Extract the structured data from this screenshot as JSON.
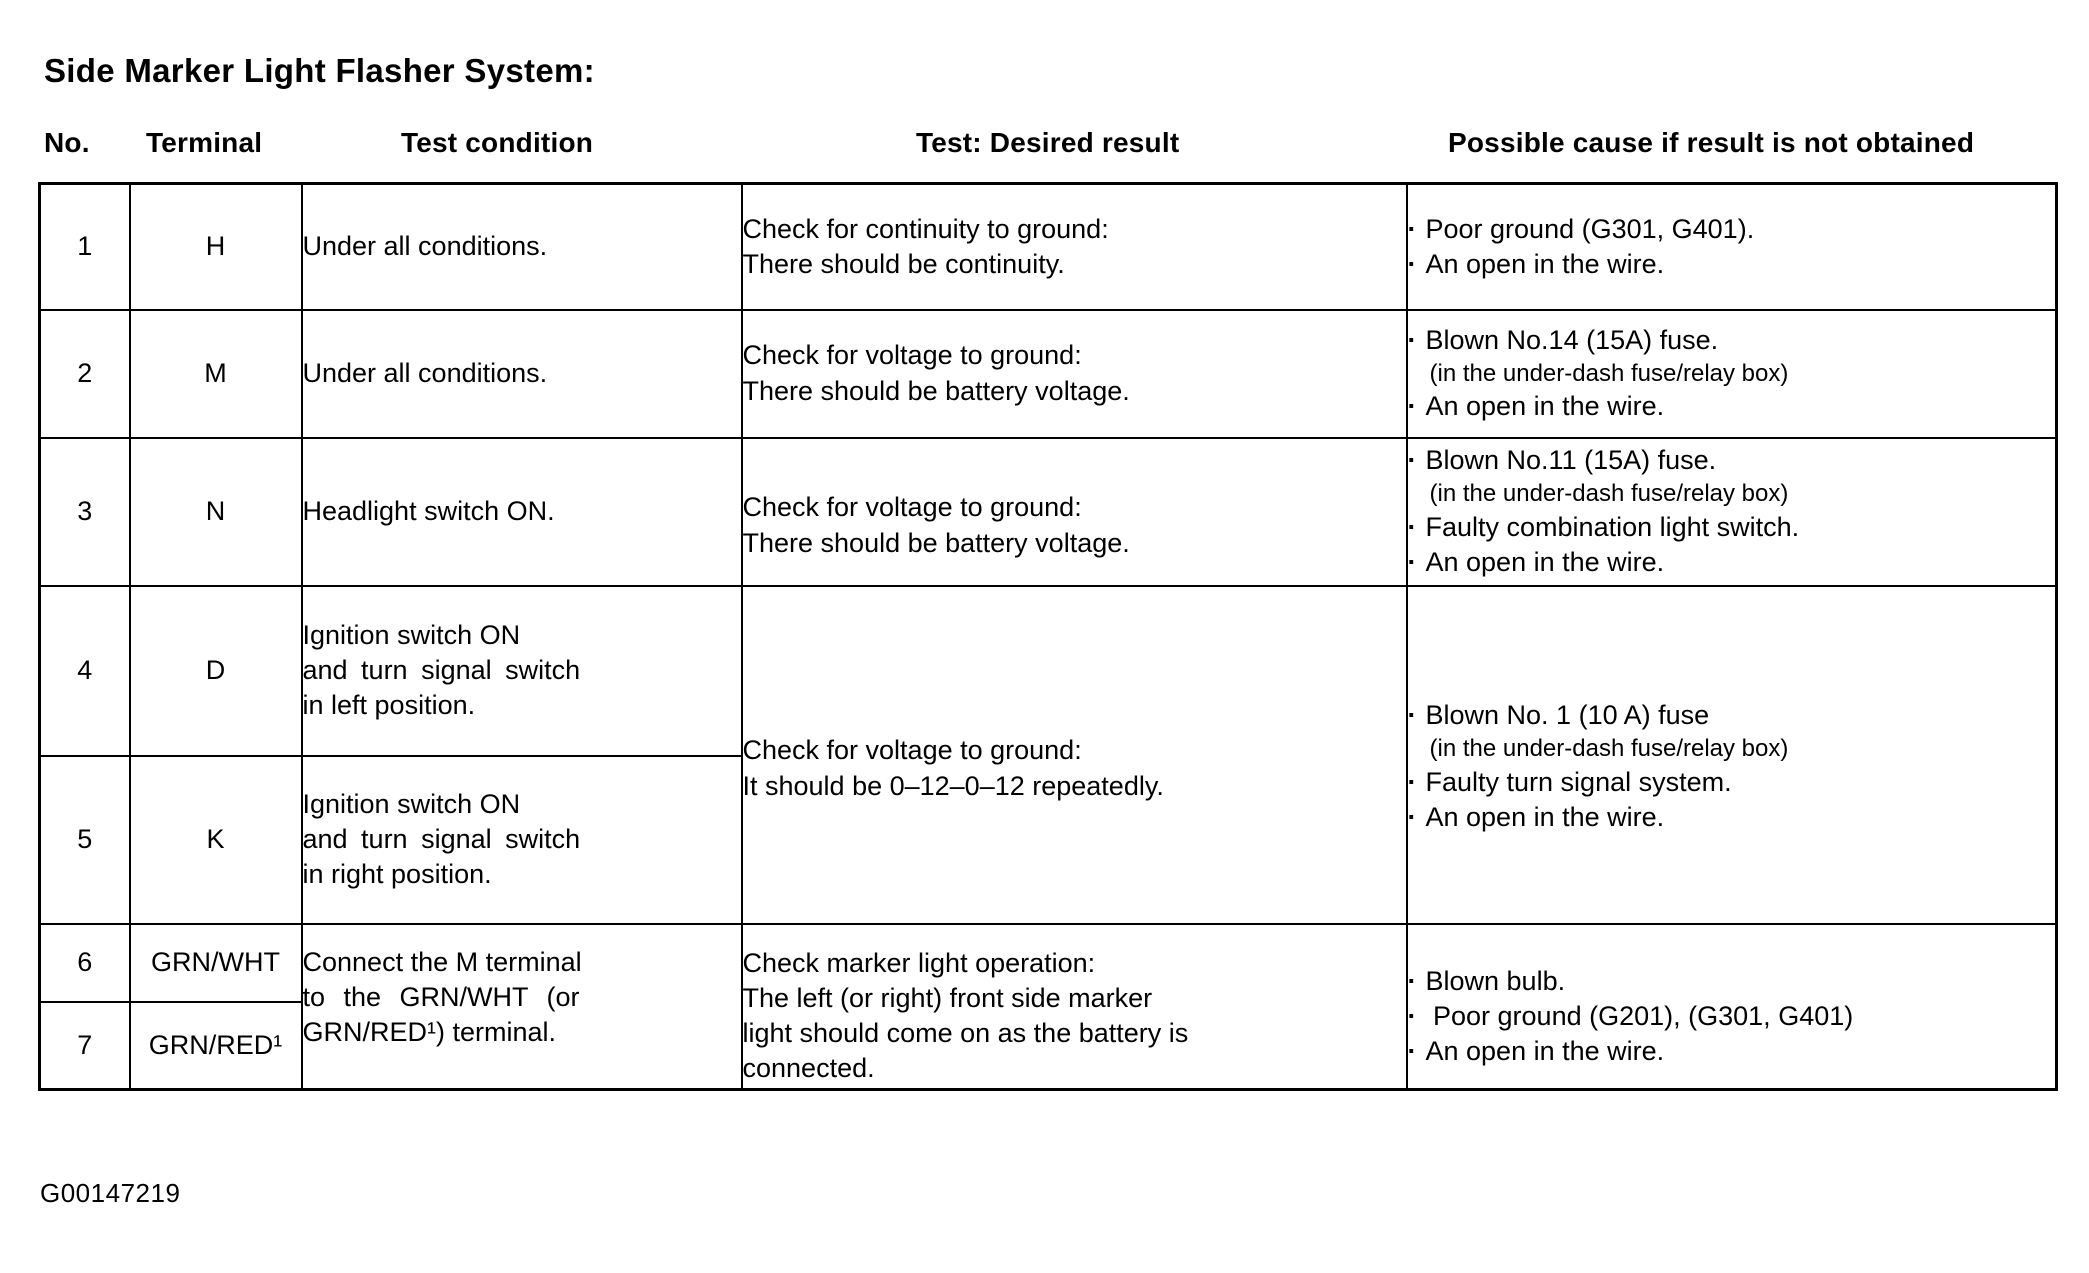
{
  "document": {
    "title": "Side Marker Light Flasher System:",
    "figure_code": "G00147219"
  },
  "table": {
    "headers": {
      "no": "No.",
      "terminal": "Terminal",
      "test_condition": "Test condition",
      "test_result": "Test: Desired result",
      "possible_cause": "Possible cause if result is not obtained"
    },
    "rows": [
      {
        "no": "1",
        "terminal": "H",
        "condition": [
          "Under all conditions."
        ],
        "result": [
          "Check for continuity to ground:",
          "There should be continuity."
        ],
        "causes": [
          {
            "bullet": true,
            "text": "Poor ground (G301, G401)."
          },
          {
            "bullet": true,
            "text": "An open in the wire."
          }
        ]
      },
      {
        "no": "2",
        "terminal": "M",
        "condition": [
          "Under all conditions."
        ],
        "result": [
          "Check for voltage to ground:",
          "There should be battery voltage."
        ],
        "causes": [
          {
            "bullet": true,
            "text": "Blown No.14 (15A) fuse."
          },
          {
            "bullet": false,
            "text": "(in the under-dash fuse/relay box)"
          },
          {
            "bullet": true,
            "text": "An open in the wire."
          }
        ]
      },
      {
        "no": "3",
        "terminal": "N",
        "condition": [
          "Headlight switch ON."
        ],
        "result": [
          "Check for voltage to ground:",
          "There should be battery voltage."
        ],
        "causes": [
          {
            "bullet": true,
            "text": "Blown No.11 (15A) fuse."
          },
          {
            "bullet": false,
            "text": "(in the under-dash fuse/relay box)"
          },
          {
            "bullet": true,
            "text": "Faulty combination light switch."
          },
          {
            "bullet": true,
            "text": "An open in the wire."
          }
        ]
      },
      {
        "no": "4",
        "terminal": "D",
        "condition": [
          "Ignition switch ON",
          "and turn signal switch",
          "in left position."
        ],
        "result": [
          "Check for voltage to ground:",
          "It should be 0‒12‒0‒12 repeatedly."
        ],
        "causes": [
          {
            "bullet": true,
            "text": "Blown No. 1 (10 A) fuse"
          },
          {
            "bullet": false,
            "text": "(in the under-dash fuse/relay box)"
          },
          {
            "bullet": true,
            "text": "Faulty turn signal system."
          },
          {
            "bullet": true,
            "text": "An open in the wire."
          }
        ]
      },
      {
        "no": "5",
        "terminal": "K",
        "condition": [
          "Ignition switch ON",
          "and turn signal switch",
          "in right position."
        ],
        "result": [],
        "causes": []
      },
      {
        "no": "6",
        "terminal": "GRN/WHT",
        "condition": [
          "Connect the M terminal",
          "to the GRN/WHT (or",
          "GRN/RED¹) terminal."
        ],
        "result": [
          "Check marker light operation:",
          "The left (or right) front side marker",
          "light should come on as the battery is",
          "connected."
        ],
        "causes": [
          {
            "bullet": true,
            "text": "Blown bulb."
          },
          {
            "bullet": true,
            "text": " Poor ground (G201), (G301, G401)"
          },
          {
            "bullet": true,
            "text": "An open in the wire."
          }
        ]
      },
      {
        "no": "7",
        "terminal": "GRN/RED¹",
        "condition": [],
        "result": [],
        "causes": []
      }
    ]
  },
  "colors": {
    "ink": "#000000",
    "paper": "#ffffff"
  }
}
